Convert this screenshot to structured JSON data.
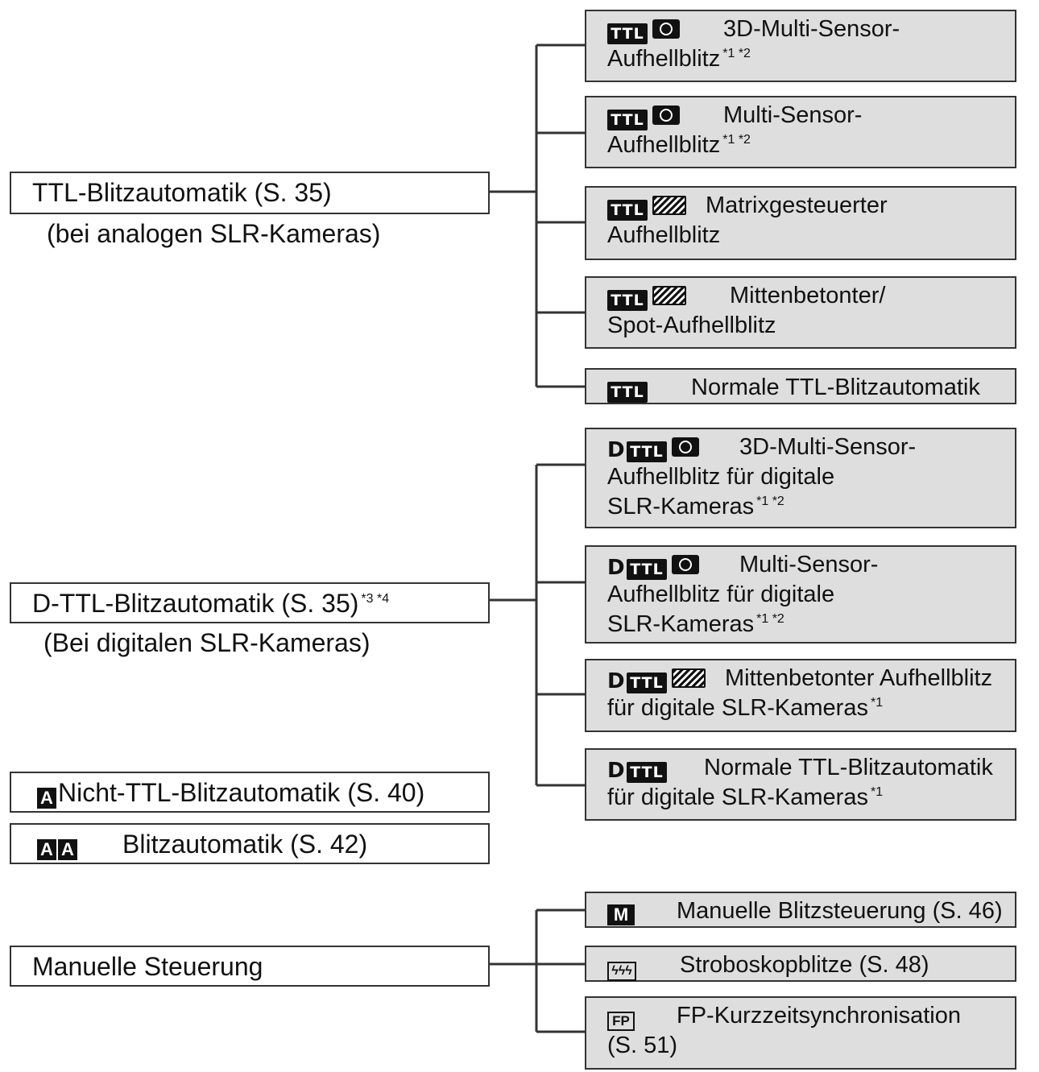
{
  "left": {
    "ttl": {
      "title": "TTL-Blitzautomatik (S. 35)",
      "subtitle": "(bei analogen SLR-Kameras)"
    },
    "dttl": {
      "title": "D-TTL-Blitzautomatik (S. 35)",
      "notes": "*3 *4",
      "subtitle": "(Bei digitalen SLR-Kameras)"
    },
    "nonttl": {
      "icon_label": "A",
      "label": "Nicht-TTL-Blitzautomatik (S. 40)"
    },
    "auto": {
      "icon_labels": [
        "A",
        "A"
      ],
      "label": "Blitzautomatik (S. 42)"
    },
    "manual": {
      "title": "Manuelle Steuerung"
    }
  },
  "ttl_modes": [
    {
      "icons": [
        "ttl-icon",
        "multi-sensor-icon"
      ],
      "line1": "3D-Multi-Sensor-",
      "line2": "Aufhellblitz",
      "notes": "*1 *2"
    },
    {
      "icons": [
        "ttl-icon",
        "multi-sensor-icon"
      ],
      "line1": "Multi-Sensor-",
      "line2": "Aufhellblitz",
      "notes": "*1 *2"
    },
    {
      "icons": [
        "ttl-icon",
        "matrix-icon"
      ],
      "line1": "Matrixgesteuerter",
      "line2": "Aufhellblitz"
    },
    {
      "icons": [
        "ttl-icon",
        "matrix-icon"
      ],
      "line1": "Mittenbetonter/",
      "line2": "Spot-Aufhellblitz"
    },
    {
      "icons": [
        "ttl-icon"
      ],
      "line1": "Normale TTL-Blitzautomatik"
    }
  ],
  "dttl_modes": [
    {
      "icons": [
        "d-icon",
        "ttl-icon",
        "multi-sensor-icon"
      ],
      "line1": "3D-Multi-Sensor-",
      "line2": "Aufhellblitz für digitale",
      "line3": "SLR-Kameras",
      "notes": "*1 *2"
    },
    {
      "icons": [
        "d-icon",
        "ttl-icon",
        "multi-sensor-icon"
      ],
      "line1": "Multi-Sensor-",
      "line2": "Aufhellblitz für digitale",
      "line3": "SLR-Kameras",
      "notes": "*1 *2"
    },
    {
      "icons": [
        "d-icon",
        "ttl-icon",
        "matrix-icon"
      ],
      "line1": "Mittenbetonter Aufhellblitz",
      "line2": "für digitale SLR-Kameras",
      "notes": "*1"
    },
    {
      "icons": [
        "d-icon",
        "ttl-icon"
      ],
      "line1": "Normale TTL-Blitzautomatik",
      "line2": "für digitale SLR-Kameras",
      "notes": "*1"
    }
  ],
  "manual_modes": [
    {
      "icons": [
        "manual-icon"
      ],
      "icon_text": "M",
      "line1": "Manuelle Blitzsteuerung (S. 46)"
    },
    {
      "icons": [
        "strobe-icon"
      ],
      "icon_text": "ϟϟϟ",
      "line1": "Stroboskopblitze (S. 48)"
    },
    {
      "icons": [
        "fp-icon"
      ],
      "icon_text": "FP",
      "line1": "FP-Kurzzeitsynchronisation",
      "line2": "(S. 51)"
    }
  ],
  "icon_text": {
    "ttl": "TTL",
    "d": "D"
  },
  "colors": {
    "line": "#333333",
    "right_box_bg": "#dedede",
    "left_box_bg": "#ffffff"
  }
}
